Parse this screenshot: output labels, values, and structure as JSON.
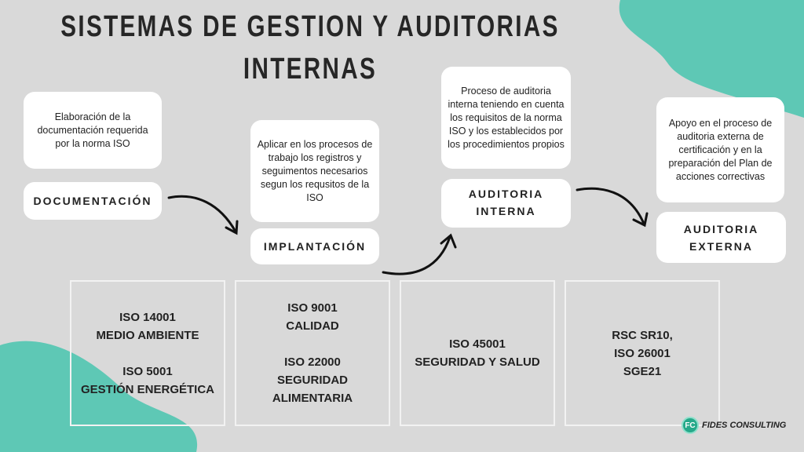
{
  "title": {
    "line1": "SISTEMAS DE GESTION Y AUDITORIAS",
    "line2": "INTERNAS"
  },
  "steps": [
    {
      "desc": "Elaboración de la documentación requerida por la norma ISO",
      "label": "DOCUMENTACIÓN"
    },
    {
      "desc": "Aplicar en los procesos de trabajo los registros y seguimentos necesarios segun los requsitos de la ISO",
      "label": "IMPLANTACIÓN"
    },
    {
      "desc": "Proceso de auditoria interna teniendo en cuenta los requisitos de la norma ISO y los establecidos por los procedimientos propios",
      "label": "AUDITORIA INTERNA"
    },
    {
      "desc": "Apoyo en el proceso de auditoria externa de certificación y en la preparación del Plan de acciones correctivas",
      "label": "AUDITORIA\nEXTERNA"
    }
  ],
  "standards": [
    "ISO 14001\nMEDIO AMBIENTE\n\nISO 5001\nGESTIÓN ENERGÉTICA",
    "ISO 9001\nCALIDAD\n\nISO 22000\nSEGURIDAD\nALIMENTARIA",
    "ISO 45001\nSEGURIDAD Y SALUD",
    "RSC SR10,\nISO 26001\nSGE21"
  ],
  "logo": {
    "initials": "FC",
    "name": "FIDES CONSULTING"
  },
  "colors": {
    "background": "#d9d9d9",
    "accent": "#5ec8b5"
  }
}
